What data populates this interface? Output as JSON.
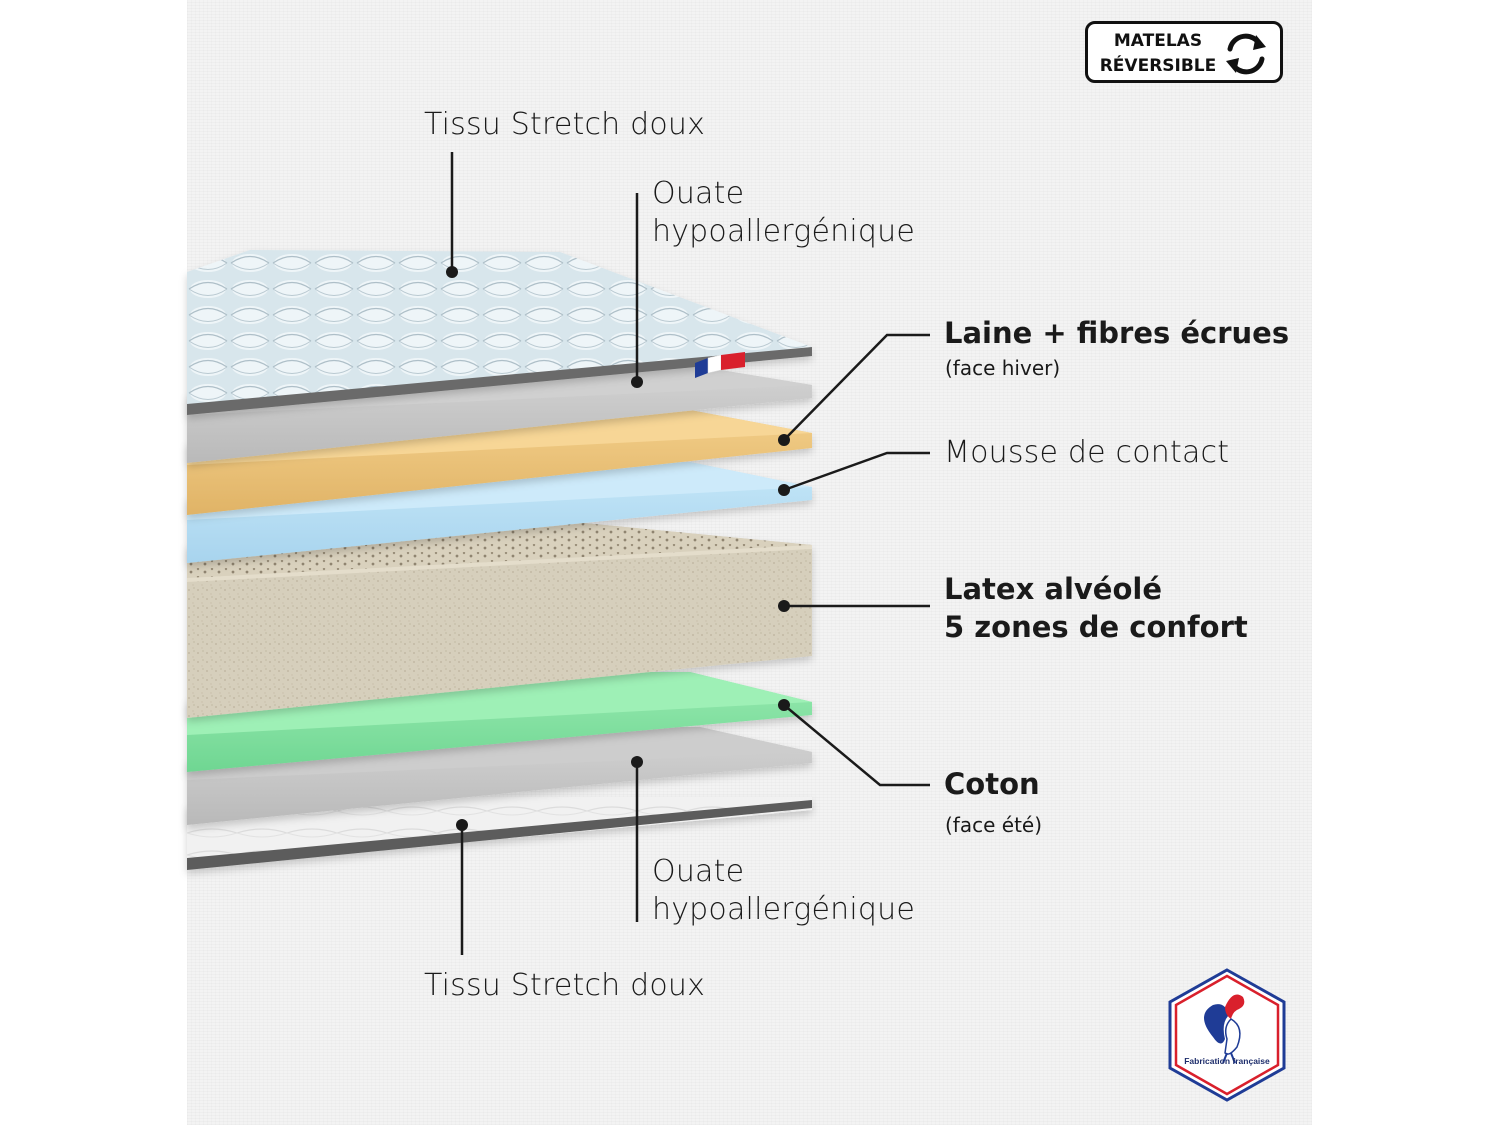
{
  "badge": {
    "line1": "MATELAS",
    "line2": "RÉVERSIBLE",
    "icon": "reverse-arrows-icon"
  },
  "labels": {
    "top_tissu": "Tissu Stretch doux",
    "top_ouate_1": "Ouate",
    "top_ouate_2": "hypoallergénique",
    "laine": "Laine + fibres écrues",
    "laine_sub": "(face hiver)",
    "mousse": "Mousse de contact",
    "latex_1": "Latex alvéolé",
    "latex_2": "5 zones de confort",
    "coton": "Coton",
    "coton_sub": "(face été)",
    "bottom_ouate_1": "Ouate",
    "bottom_ouate_2": "hypoallergénique",
    "bottom_tissu": "Tissu Stretch doux"
  },
  "fabrication": {
    "text": "Fabrication française",
    "icon": "rooster-icon"
  },
  "colors": {
    "laine": "#f0c77e",
    "mousse": "#b9e1f5",
    "latex": "#d7d0be",
    "coton": "#8fe6a9",
    "ouate": "#cfcfcf",
    "tissu_top": "#cfdfe6",
    "tissu_bottom": "#eeeeee",
    "flag_blue": "#1f3c96",
    "flag_red": "#d9202c"
  }
}
